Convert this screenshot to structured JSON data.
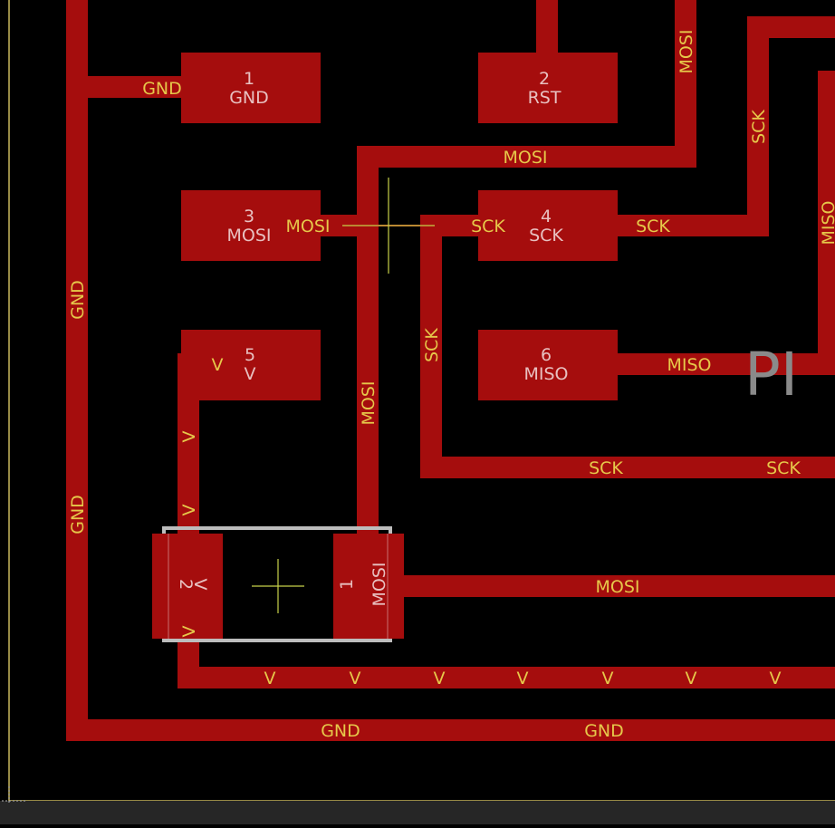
{
  "colors": {
    "background": "#000000",
    "trace": "#a50d0d",
    "pad": "#a50d0d",
    "label": "#e6c84a",
    "pad_text": "#e8c0c0",
    "package_outline": "#bdbdbd",
    "board_outline": "#c9b75d",
    "origin_cross": "#c7d14a",
    "ghost_text": "#8a8a8a",
    "statusbar": "#262626"
  },
  "pads": [
    {
      "id": "pad1",
      "num": "1",
      "name": "GND"
    },
    {
      "id": "pad2",
      "num": "2",
      "name": "RST"
    },
    {
      "id": "pad3",
      "num": "3",
      "name": "MOSI"
    },
    {
      "id": "pad4",
      "num": "4",
      "name": "SCK"
    },
    {
      "id": "pad5",
      "num": "5",
      "name": "V"
    },
    {
      "id": "pad6",
      "num": "6",
      "name": "MISO"
    }
  ],
  "smd_pads": [
    {
      "id": "smd1",
      "num": "1",
      "name": "MOSI"
    },
    {
      "id": "smd2",
      "num": "2",
      "name": "V"
    }
  ],
  "net_labels": {
    "gnd": "GND",
    "mosi": "MOSI",
    "sck": "SCK",
    "miso": "MISO",
    "v": "V"
  },
  "ghost_text": "PI"
}
